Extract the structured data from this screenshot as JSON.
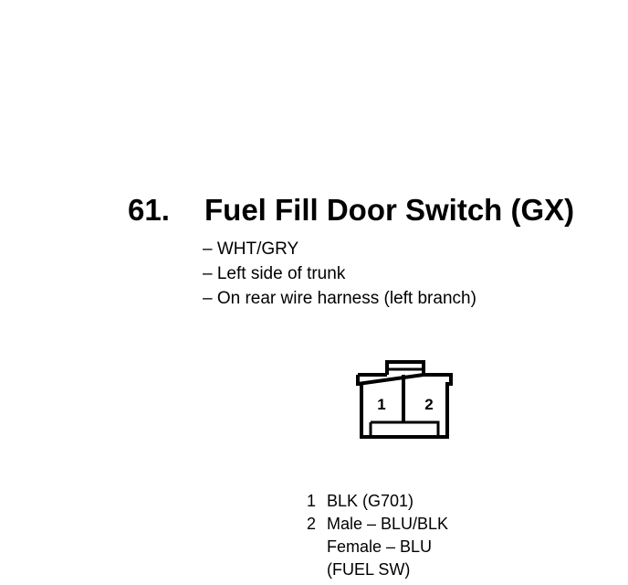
{
  "heading": {
    "number": "61.",
    "title": "Fuel Fill Door Switch (GX)"
  },
  "notes": [
    "– WHT/GRY",
    "– Left side of trunk",
    "– On rear wire harness (left branch)"
  ],
  "connector": {
    "pin_labels": [
      "1",
      "2"
    ]
  },
  "pins": [
    {
      "number": "1",
      "lines": [
        "BLK (G701)"
      ]
    },
    {
      "number": "2",
      "lines": [
        "Male – BLU/BLK",
        "Female – BLU",
        "(FUEL SW)"
      ]
    }
  ]
}
